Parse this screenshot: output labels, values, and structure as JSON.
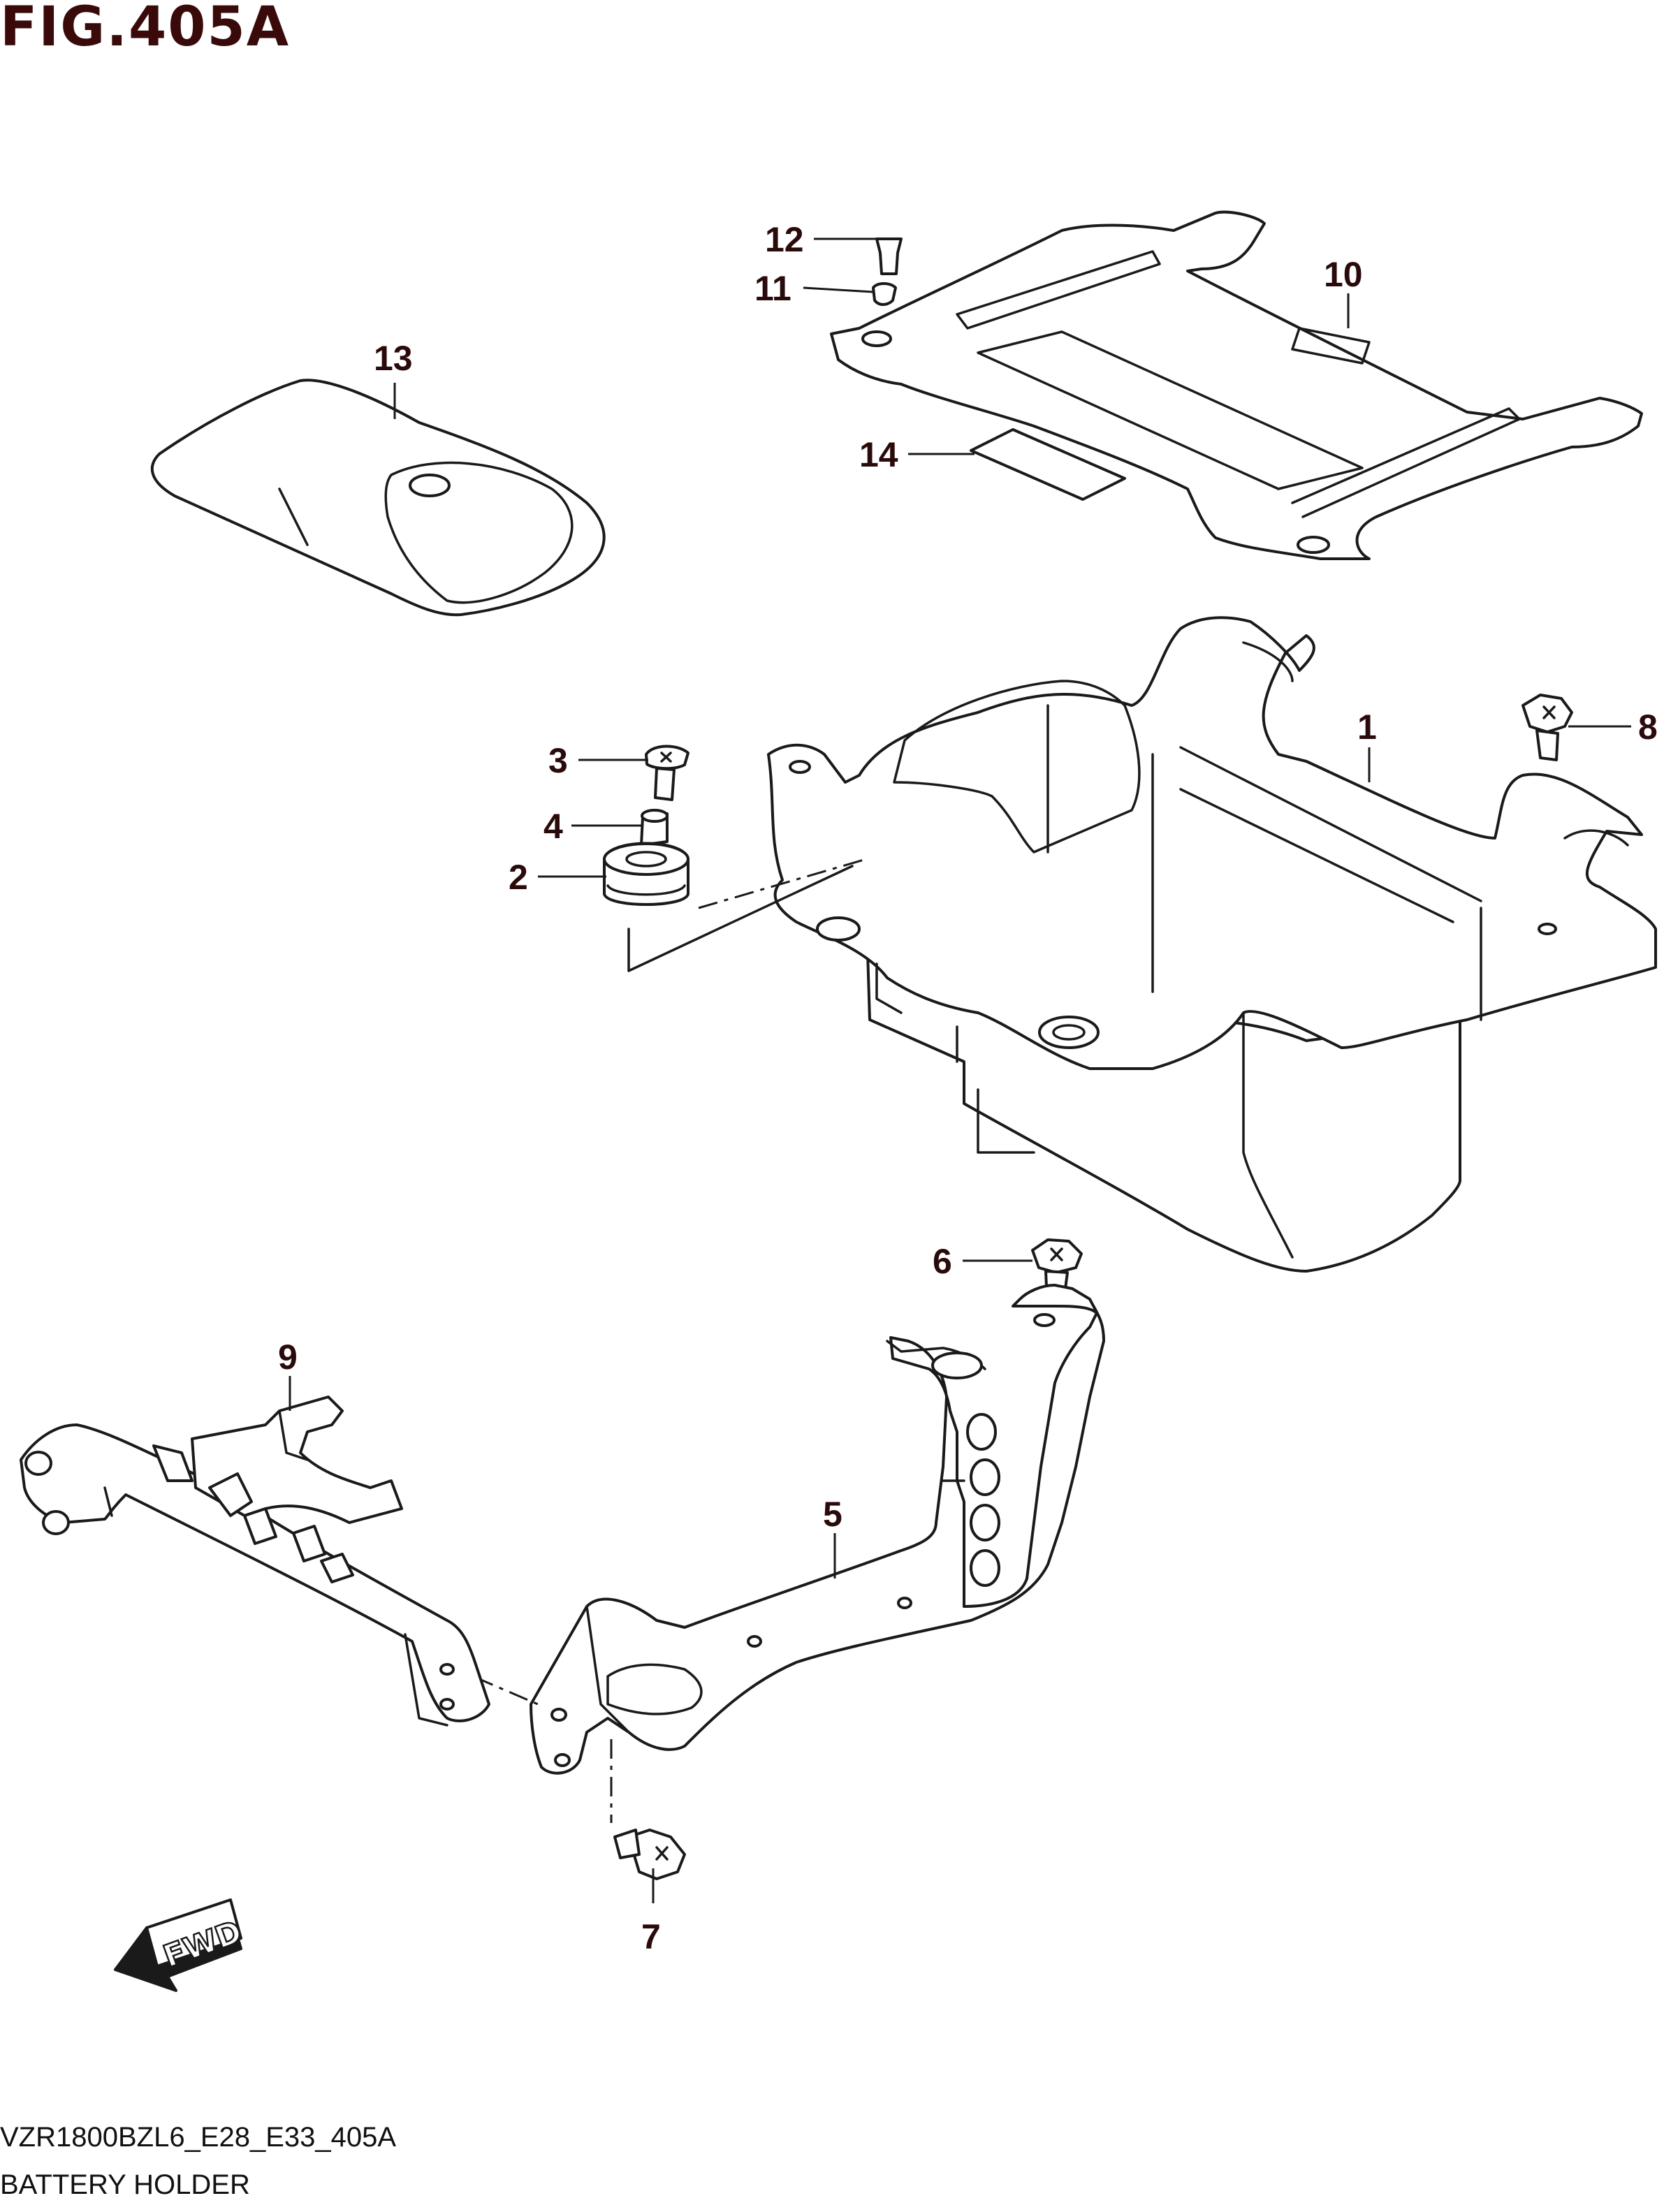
{
  "figure_title": "FIG.405A",
  "model_code": "VZR1800BZL6_E28_E33_405A",
  "section_name": "BATTERY HOLDER",
  "fwd_label": "FWD",
  "callouts": {
    "c1": "1",
    "c2": "2",
    "c3": "3",
    "c4": "4",
    "c5": "5",
    "c6": "6",
    "c7": "7",
    "c8": "8",
    "c9": "9",
    "c10": "10",
    "c11": "11",
    "c12": "12",
    "c13": "13",
    "c14": "14"
  }
}
